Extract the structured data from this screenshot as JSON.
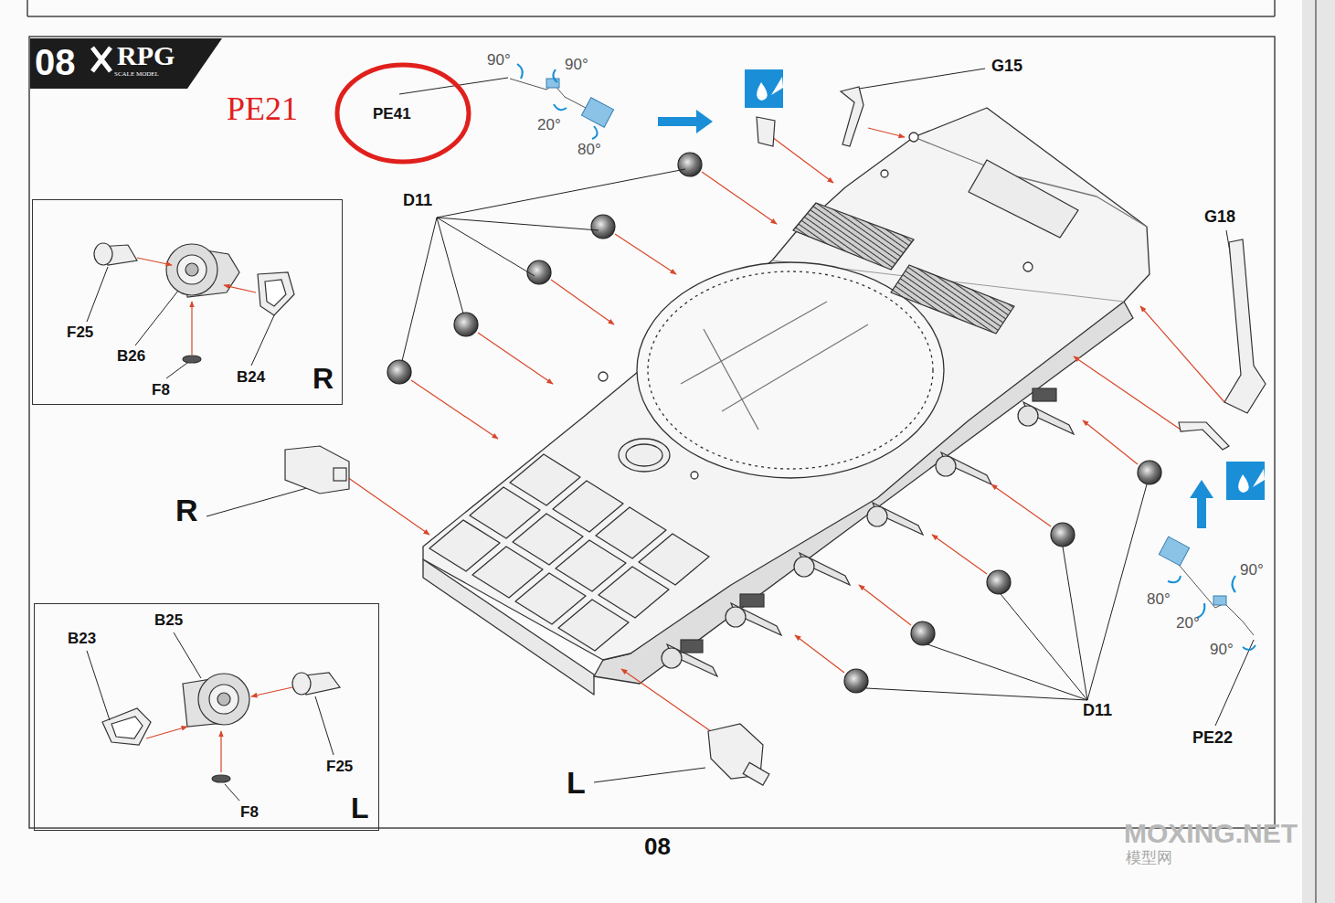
{
  "diagram": {
    "nodes": [
      {
        "text": [
          "08",
          "RPG",
          "SCALE MODEL"
        ]
      },
      {
        "text": [
          "PE41"
        ]
      },
      {
        "text": [
          "F25",
          "B26",
          "F8",
          "B24",
          "R"
        ]
      },
      {
        "text": [
          "B23",
          "B25",
          "F25",
          "F8",
          "L"
        ]
      }
    ],
    "labels": [
      "PE21",
      "90°",
      "90°",
      "20°",
      "80°",
      "G15",
      "D11",
      "G18",
      "R",
      "L",
      "D11",
      "90°",
      "80°",
      "20°",
      "90°",
      "PE22",
      "08",
      "MOXING.NET",
      "模型网"
    ]
  }
}
